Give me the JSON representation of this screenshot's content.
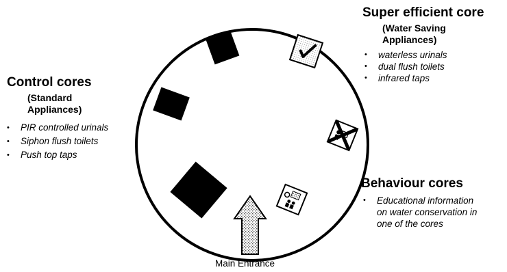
{
  "super_efficient": {
    "title": "Super efficient core",
    "subtitle": [
      "(Water Saving",
      "Appliances)"
    ],
    "items": [
      "waterless urinals",
      "dual flush toilets",
      "infrared taps"
    ]
  },
  "control": {
    "title": "Control cores",
    "subtitle": [
      "(Standard",
      "Appliances)"
    ],
    "items": [
      "PIR controlled urinals",
      "Siphon flush toilets",
      "Push top taps"
    ]
  },
  "behaviour": {
    "title": "Behaviour cores",
    "items": [
      "Educational information",
      "on water conservation in",
      "one of the cores"
    ]
  },
  "entrance": {
    "label": "Main Entrance"
  },
  "icons": {
    "checkmark": "check-icon",
    "cross": "cross-out-icon",
    "education": "people-info-icon"
  }
}
